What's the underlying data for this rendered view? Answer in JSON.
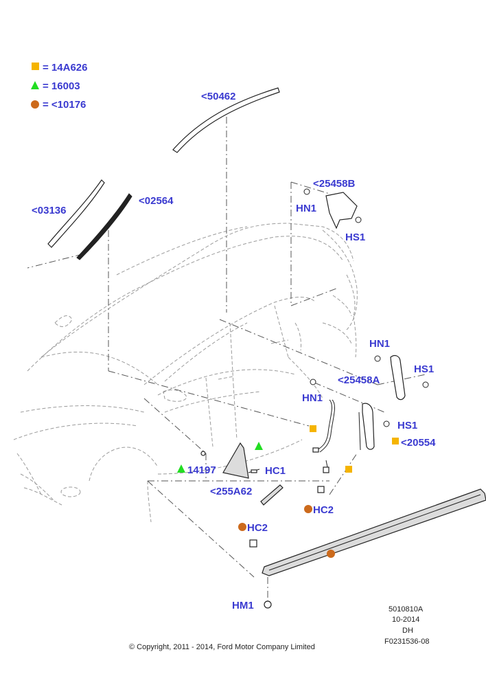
{
  "legend": [
    {
      "symbol": "square",
      "color": "#f5b400",
      "text": "= 14A626"
    },
    {
      "symbol": "triangle",
      "color": "#22dd22",
      "text": "= 16003"
    },
    {
      "symbol": "circle",
      "color": "#cc6a1c",
      "text": "= <10176"
    }
  ],
  "labels": {
    "l50462": "<50462",
    "l03136": "<03136",
    "l02564": "<02564",
    "l25458B": "<25458B",
    "hn1_top": "HN1",
    "hs1_top": "HS1",
    "hn1_mid": "HN1",
    "hs1_mid": "HS1",
    "l25458A": "<25458A",
    "hn1_low": "HN1",
    "hs1_low": "HS1",
    "l20554": "<20554",
    "l14197": "14197",
    "hc1": "HC1",
    "l255A62": "<255A62",
    "hc2_right": "HC2",
    "hc2_left": "HC2",
    "hm1": "HM1"
  },
  "info": {
    "code1": "5010810A",
    "code2": "10-2014",
    "code3": "DH",
    "code4": "F0231536-08"
  },
  "copyright": "© Copyright, 2011 - 2014, Ford Motor Company Limited",
  "colors": {
    "label": "#3a3ad0",
    "square": "#f5b400",
    "triangle": "#22dd22",
    "circle": "#cc6a1c"
  }
}
